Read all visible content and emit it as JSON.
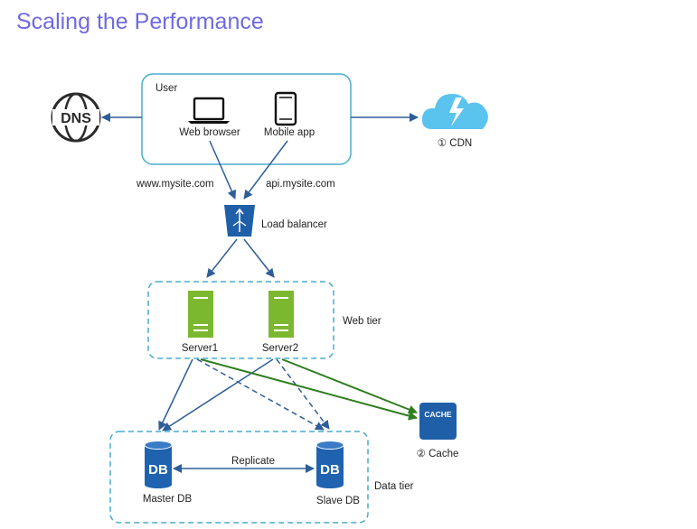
{
  "title": "Scaling the Performance",
  "user_box": {
    "label": "User",
    "web_browser": "Web browser",
    "mobile_app": "Mobile app"
  },
  "dns": {
    "icon_text": "DNS"
  },
  "cdn": {
    "label": "① CDN"
  },
  "domains": {
    "web": "www.mysite.com",
    "api": "api.mysite.com"
  },
  "load_balancer": {
    "label": "Load balancer"
  },
  "web_tier": {
    "label": "Web tier",
    "server1": "Server1",
    "server2": "Server2"
  },
  "cache": {
    "icon_text": "CACHE",
    "label": "② Cache"
  },
  "data_tier": {
    "label": "Data tier",
    "master": "Master DB",
    "slave": "Slave DB",
    "db_icon_text": "DB",
    "replicate": "Replicate"
  },
  "colors": {
    "title": "#6f6ae0",
    "box_border": "#4aaccd",
    "arrow": "#2d5e98",
    "cache_arrow": "#2e7d1e",
    "server": "#7cb82f",
    "db": "#1f63b0",
    "cdn": "#5ac3ee"
  }
}
